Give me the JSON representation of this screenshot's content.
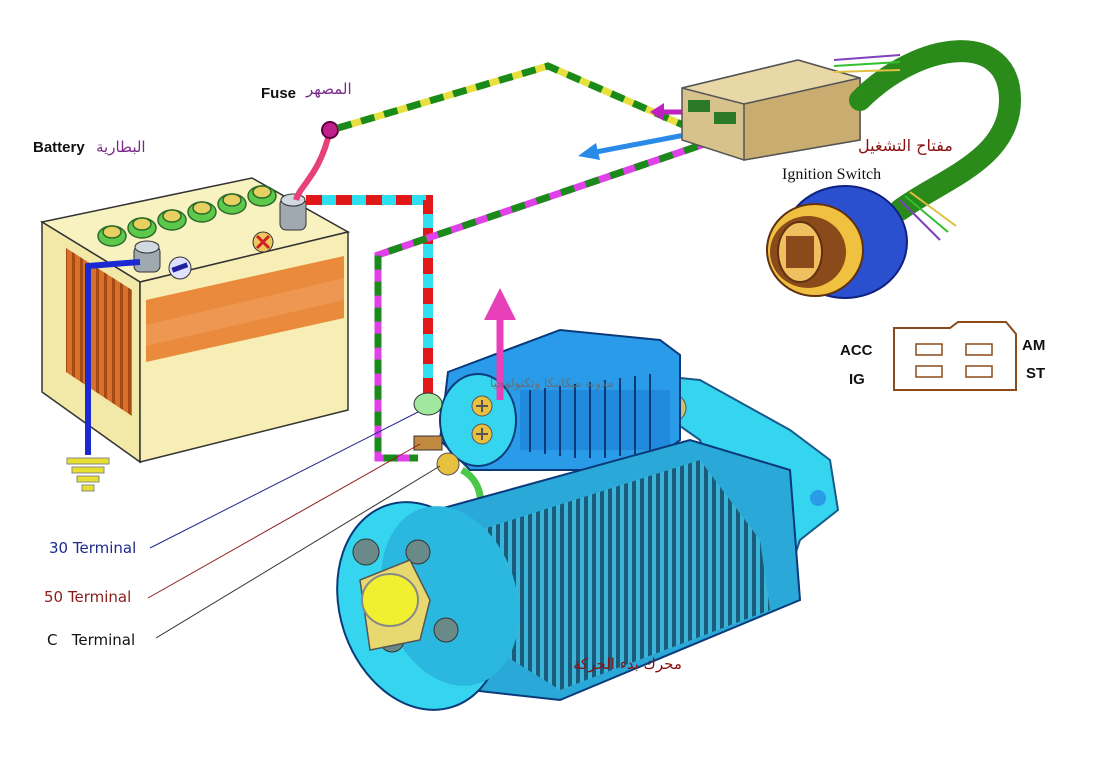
{
  "labels": {
    "battery_en": "Battery",
    "battery_ar": "البطارية",
    "fuse_en": "Fuse",
    "fuse_ar": "المصهر",
    "ignition_ar": "مفتاح التشغيل",
    "ignition_en": "Ignition Switch",
    "acc": "ACC",
    "ig": "IG",
    "am": "AM",
    "st": "ST",
    "terminal_30": "30  Terminal",
    "terminal_50": "50  Terminal",
    "terminal_c": "C   Terminal",
    "starter_ar": "محرك بدء الحركة",
    "watermark": "مدونة ميكانيكا وتكنولوجيا"
  },
  "colors": {
    "starter_body": "#35d4ef",
    "starter_solenoid": "#2a9be8",
    "battery_case": "#f6f0b8",
    "battery_stripe": "#e98a3c",
    "ignition_wire": "#1e8a1e",
    "switch_connector": "#d8c28c",
    "text_terminal_30": "#1c2a8c",
    "text_terminal_50": "#8c1c1c",
    "text_arabic": "#7a1010"
  }
}
